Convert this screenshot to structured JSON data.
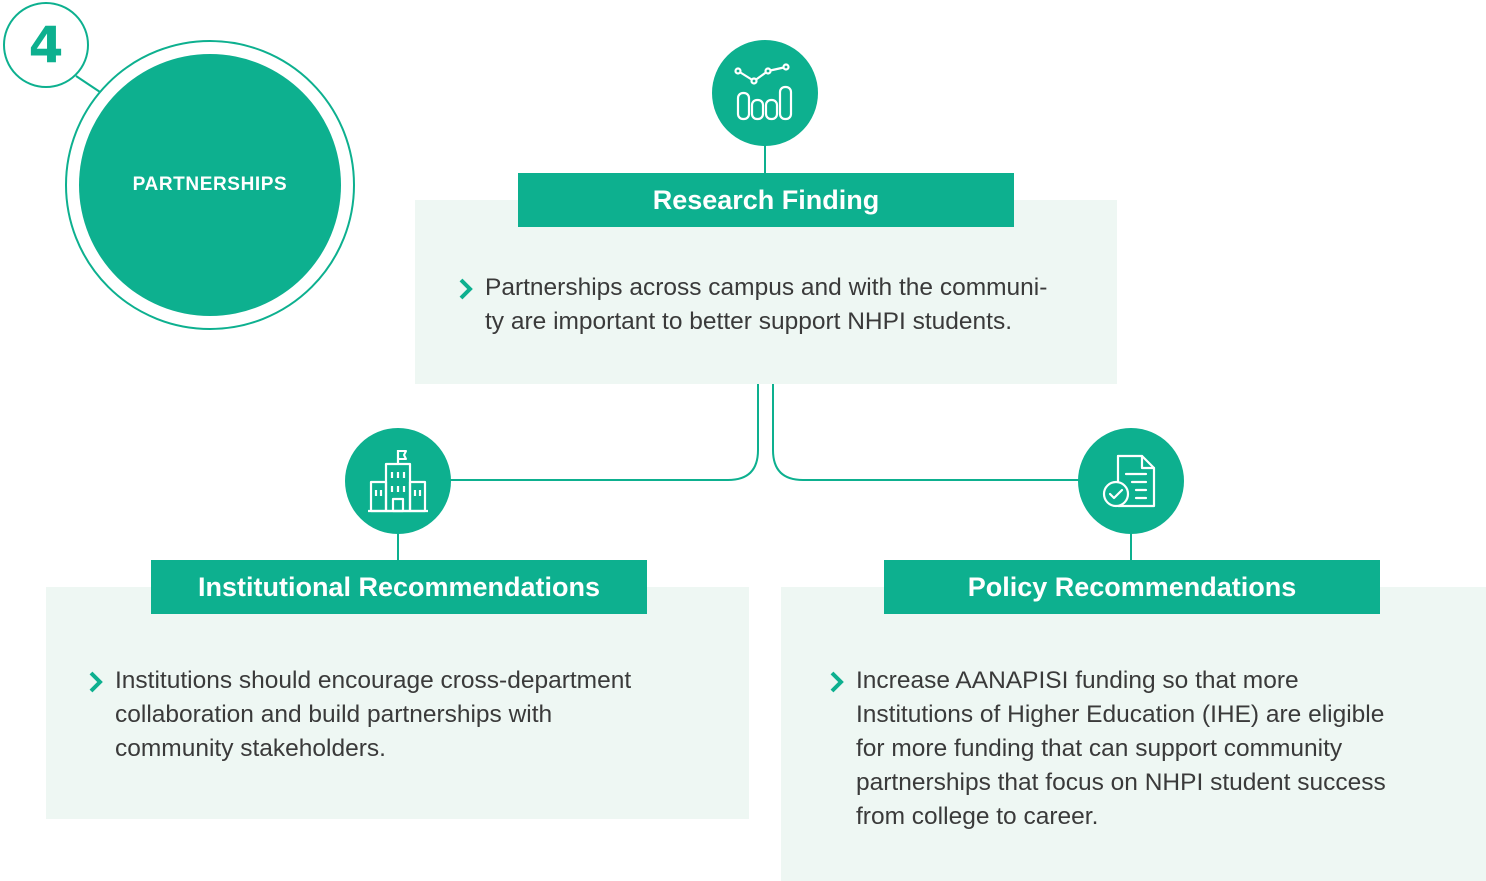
{
  "badge": {
    "number": "4",
    "title": "PARTNERSHIPS"
  },
  "research": {
    "heading": "Research Finding",
    "icon": "chart-icon",
    "lines": [
      "Partnerships across campus and with the communi-",
      "ty are important to better support NHPI students."
    ]
  },
  "institutional": {
    "heading": "Institutional Recommendations",
    "icon": "building-icon",
    "lines": [
      "Institutions should encourage cross-department",
      "collaboration and build partnerships with",
      "community stakeholders."
    ]
  },
  "policy": {
    "heading": "Policy Recommendations",
    "icon": "document-check-icon",
    "lines": [
      "Increase AANAPISI funding so that more",
      "Institutions of Higher Education (IHE) are eligible",
      "for more funding that can support community",
      "partnerships that focus on NHPI student success",
      "from college to career."
    ]
  },
  "colors": {
    "accent": "#0db08f",
    "panel": "#eef7f3",
    "text": "#3a3a3a"
  }
}
